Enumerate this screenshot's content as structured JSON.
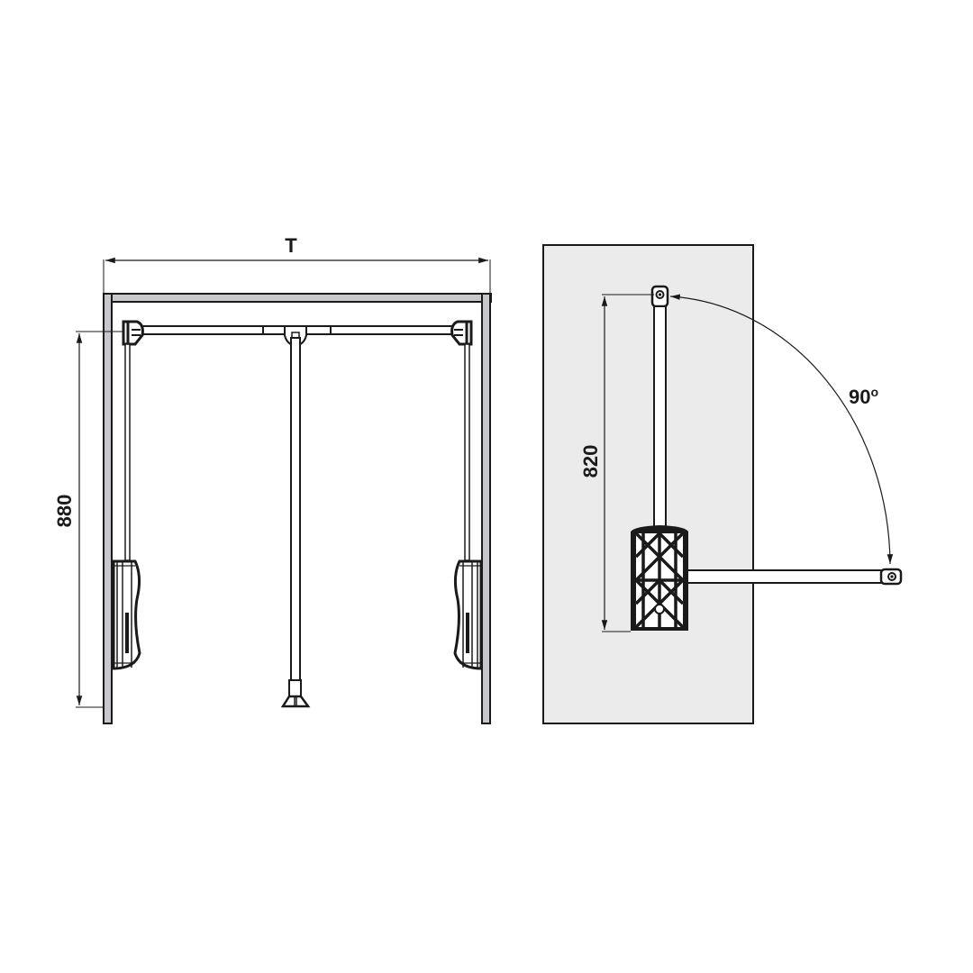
{
  "diagram": {
    "front_view": {
      "width_label": "T",
      "height_label": "880"
    },
    "side_view": {
      "height_label": "820",
      "angle_label": "90",
      "angle_unit": "o"
    },
    "colors": {
      "line": "#1a1a1a",
      "panel_fill": "#c8c8cc",
      "side_panel_bg": "#ebebeb",
      "background": "#ffffff"
    }
  }
}
